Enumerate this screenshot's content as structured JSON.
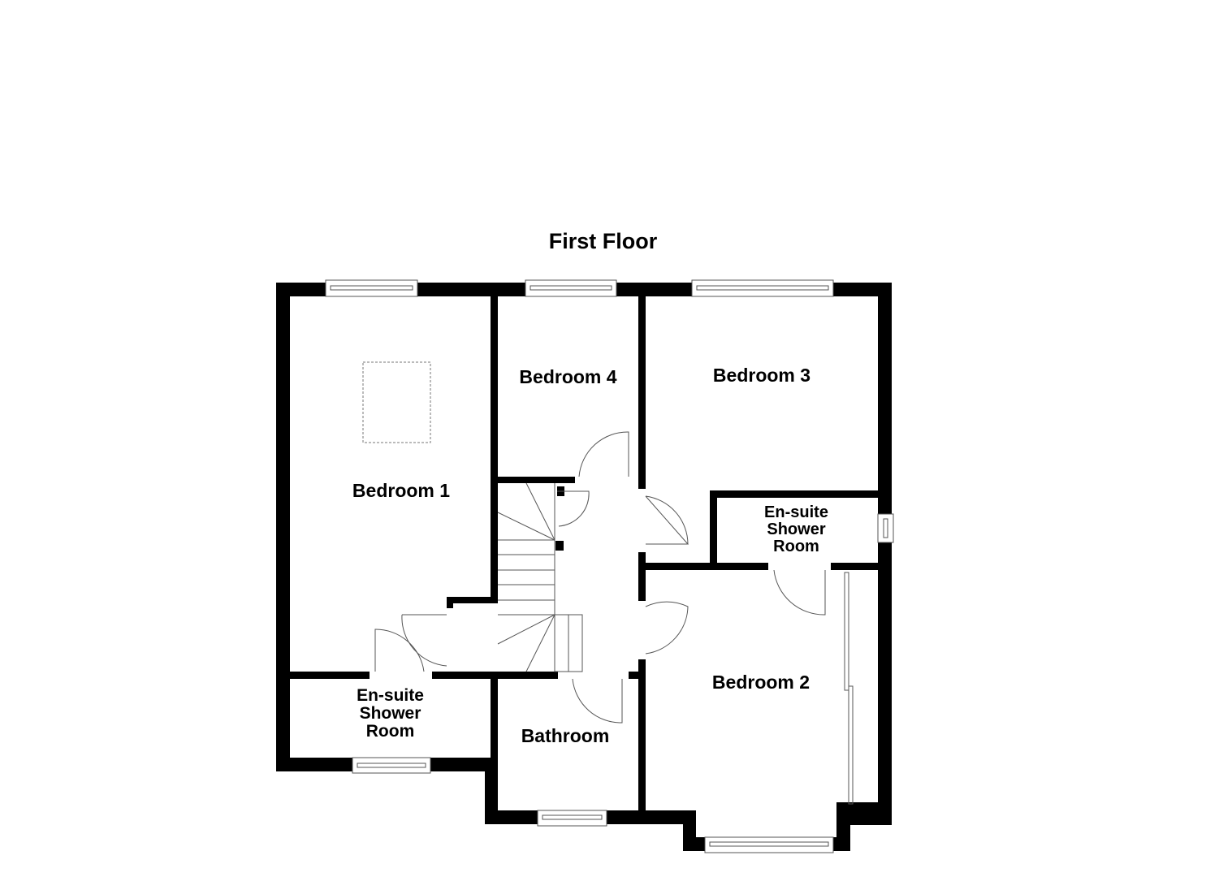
{
  "title": "First Floor",
  "rooms": [
    {
      "id": "bedroom-1",
      "label": "Bedroom 1"
    },
    {
      "id": "bedroom-2",
      "label": "Bedroom 2"
    },
    {
      "id": "bedroom-3",
      "label": "Bedroom 3"
    },
    {
      "id": "bedroom-4",
      "label": "Bedroom 4"
    },
    {
      "id": "bathroom",
      "label": "Bathroom"
    },
    {
      "id": "ensuite-1",
      "label_lines": [
        "En-suite",
        "Shower",
        "Room"
      ]
    },
    {
      "id": "ensuite-2",
      "label_lines": [
        "En-suite",
        "Shower",
        "Room"
      ]
    }
  ],
  "colors": {
    "wall": "#000000",
    "background": "#ffffff",
    "line": "#555555"
  }
}
